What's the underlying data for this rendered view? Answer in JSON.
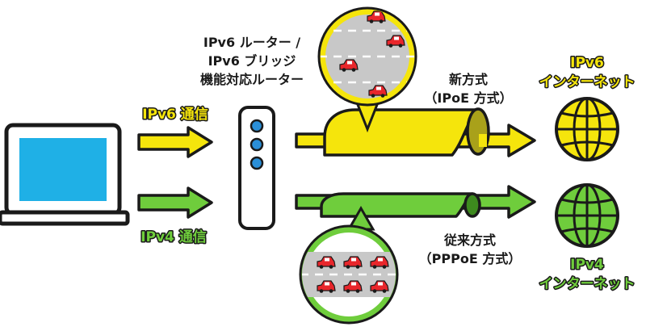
{
  "router_label": [
    "IPv6 ルーター /",
    "IPv6 ブリッジ",
    "機能対応ルーター"
  ],
  "ipv6_traffic_label": "IPv6 通信",
  "ipv4_traffic_label": "IPv4 通信",
  "new_method_label": [
    "新方式",
    "（IPoE 方式）"
  ],
  "old_method_label": [
    "従来方式",
    "（PPPoE 方式）"
  ],
  "ipv6_internet_label": [
    "IPv6",
    "インターネット"
  ],
  "ipv4_internet_label": [
    "IPv4",
    "インターネット"
  ],
  "colors": {
    "ipv6": "#f5e50c",
    "ipv4": "#6fcd3c",
    "outline": "#1a1a1a",
    "screen": "#1fb0e6",
    "car": "#e8262b",
    "road": "#c8c8c8",
    "router_led": "#2a8fd8"
  },
  "icons": [
    "laptop-icon",
    "router-icon",
    "globe-icon",
    "car-icon"
  ]
}
